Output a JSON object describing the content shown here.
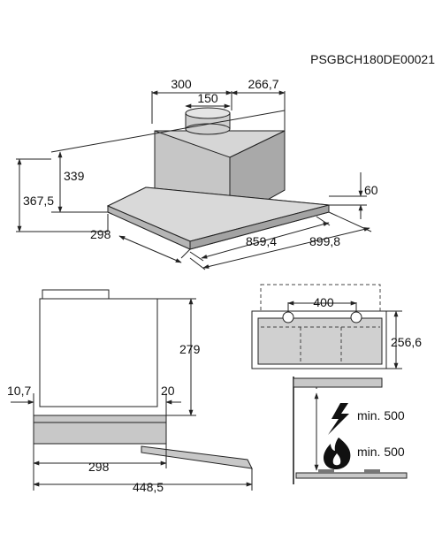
{
  "product_code": "PSGBCH180DE00021",
  "iso_view": {
    "top_width_300": "300",
    "outlet_diameter_150": "150",
    "right_offset_266_7": "266,7",
    "height_339": "339",
    "height_367_5": "367,5",
    "panel_thickness_60": "60",
    "depth_298": "298",
    "width_859_4": "859,4",
    "width_899_8": "899,8"
  },
  "side_view": {
    "height_279": "279",
    "offset_10_7": "10,7",
    "offset_20": "20",
    "depth_298": "298",
    "depth_448_5": "448,5"
  },
  "bracket_view": {
    "spacing_400": "400",
    "height_256_6": "256,6"
  },
  "clearance_view": {
    "electric_min": "min. 500",
    "gas_min": "min. 500"
  },
  "icons": {
    "electric": "lightning-icon",
    "gas": "flame-icon"
  }
}
